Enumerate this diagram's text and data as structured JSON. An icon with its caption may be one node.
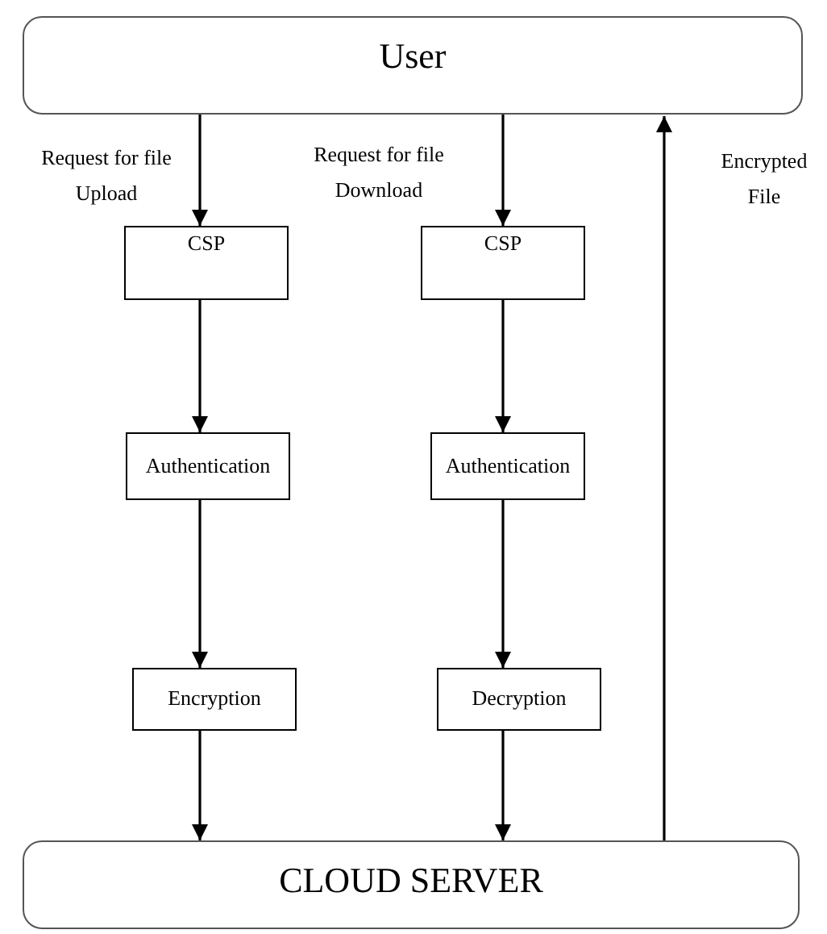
{
  "diagram": {
    "nodes": [
      {
        "text": [
          "User"
        ]
      },
      {
        "text": [
          "CSP"
        ]
      },
      {
        "text": [
          "Authentication"
        ]
      },
      {
        "text": [
          "Encryption"
        ]
      },
      {
        "text": [
          "CSP"
        ]
      },
      {
        "text": [
          "Authentication"
        ]
      },
      {
        "text": [
          "Decryption"
        ]
      },
      {
        "text": [
          "CLOUD SERVER"
        ]
      }
    ],
    "edges": [
      {
        "from": 0,
        "to": 1,
        "arrow": "to",
        "label": "Request for file Upload"
      },
      {
        "from": 1,
        "to": 2,
        "arrow": "to"
      },
      {
        "from": 2,
        "to": 3,
        "arrow": "to"
      },
      {
        "from": 3,
        "to": 7,
        "arrow": "to"
      },
      {
        "from": 0,
        "to": 4,
        "arrow": "to",
        "label": "Request for file Download"
      },
      {
        "from": 4,
        "to": 5,
        "arrow": "to"
      },
      {
        "from": 5,
        "to": 6,
        "arrow": "to"
      },
      {
        "from": 6,
        "to": 7,
        "arrow": "to"
      },
      {
        "from": 7,
        "to": 0,
        "arrow": "to",
        "label": "Encrypted File"
      }
    ]
  }
}
